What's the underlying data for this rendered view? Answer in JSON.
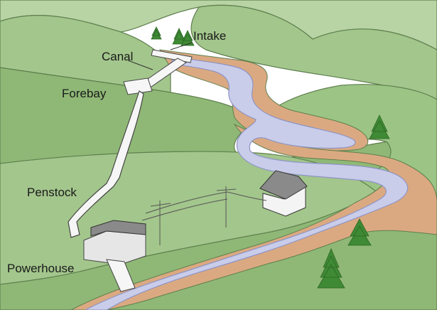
{
  "labels": {
    "intake": "Intake",
    "canal": "Canal",
    "forebay": "Forebay",
    "penstock": "Penstock",
    "powerhouse": "Powerhouse"
  },
  "colors": {
    "hill_light": "#b8d4a4",
    "hill_mid": "#a3c68c",
    "hill_dark": "#8fb876",
    "field": "#9cc585",
    "outline": "#5f7f4e",
    "river": "#c9cdea",
    "river_edge": "#8e94c4",
    "bank": "#dba981",
    "tree": "#3f8a34",
    "pipe": "#f6f6f6",
    "building_roof": "#8a8a8a"
  }
}
